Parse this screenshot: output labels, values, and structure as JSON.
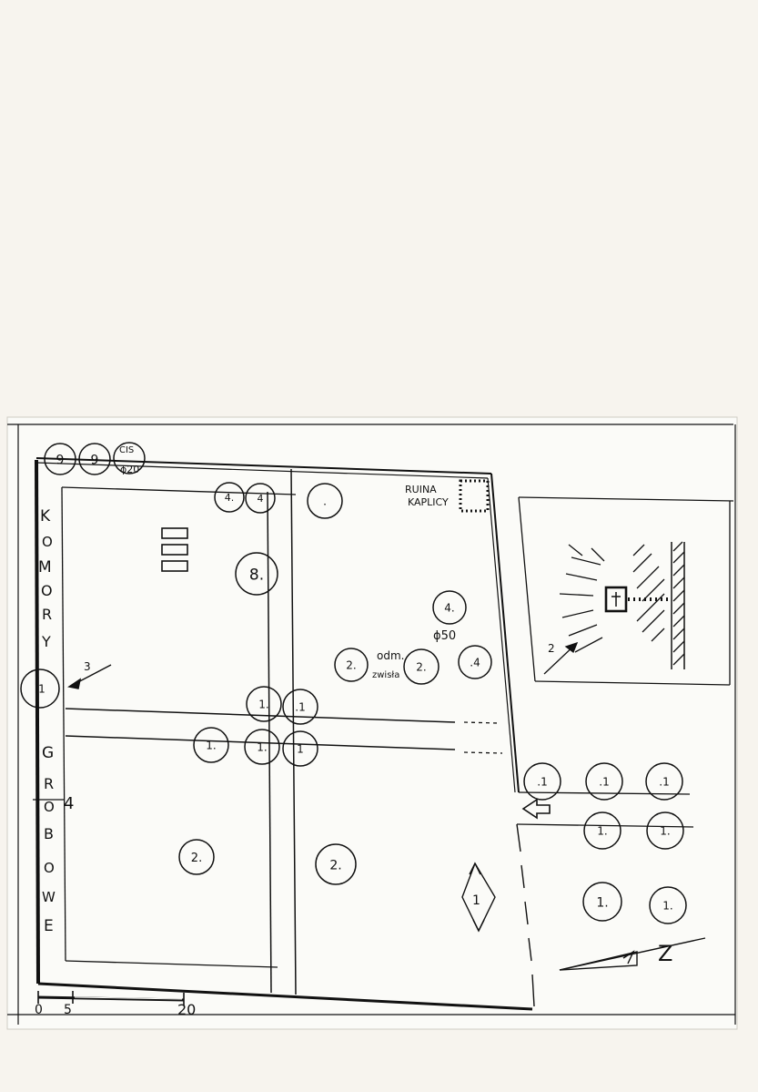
{
  "sheet": {
    "paper_color": "#f7f4ee",
    "ink_color": "#111111"
  },
  "labels": {
    "side_komory": [
      "K",
      "O",
      "M",
      "O",
      "R",
      "Y"
    ],
    "side_groby": [
      "G",
      "R",
      "O",
      "B",
      "O",
      "W",
      "E"
    ],
    "ruin_line1": "RUINA",
    "ruin_line2": "KAPLICY",
    "odm_line1": "odm.",
    "odm_line2": "zwisła",
    "phi50": "ɸ50",
    "cis_line1": "CIS",
    "cis_line2": "ɸ20",
    "side_mark_4": "4",
    "arrow_mark_3": "3",
    "arrow_mark_2": "2",
    "arrow_mark_1": "1",
    "north_letter": "Z",
    "scale_0": "0",
    "scale_5": "5",
    "scale_20": "20"
  },
  "trees": [
    {
      "id": "t1",
      "label": "9"
    },
    {
      "id": "t2",
      "label": "9"
    },
    {
      "id": "t3",
      "label": ""
    },
    {
      "id": "t4",
      "label": "4."
    },
    {
      "id": "t5",
      "label": "4"
    },
    {
      "id": "t6",
      "label": "."
    },
    {
      "id": "t7",
      "label": "8."
    },
    {
      "id": "t8",
      "label": "4."
    },
    {
      "id": "t9",
      "label": "2."
    },
    {
      "id": "t10",
      "label": "2."
    },
    {
      "id": "t11",
      "label": ".4"
    },
    {
      "id": "t12",
      "label": ".1"
    },
    {
      "id": "t13",
      "label": "1."
    },
    {
      "id": "t14",
      "label": ".1"
    },
    {
      "id": "t15",
      "label": "1."
    },
    {
      "id": "t16",
      "label": "1."
    },
    {
      "id": "t17",
      "label": "1"
    },
    {
      "id": "t18",
      "label": "2."
    },
    {
      "id": "t19",
      "label": "2."
    },
    {
      "id": "t20",
      "label": ".1"
    },
    {
      "id": "t21",
      "label": ".1"
    },
    {
      "id": "t22",
      "label": ".1"
    },
    {
      "id": "t23",
      "label": "1."
    },
    {
      "id": "t24",
      "label": "1."
    },
    {
      "id": "t25",
      "label": "1."
    },
    {
      "id": "t26",
      "label": "1."
    }
  ]
}
